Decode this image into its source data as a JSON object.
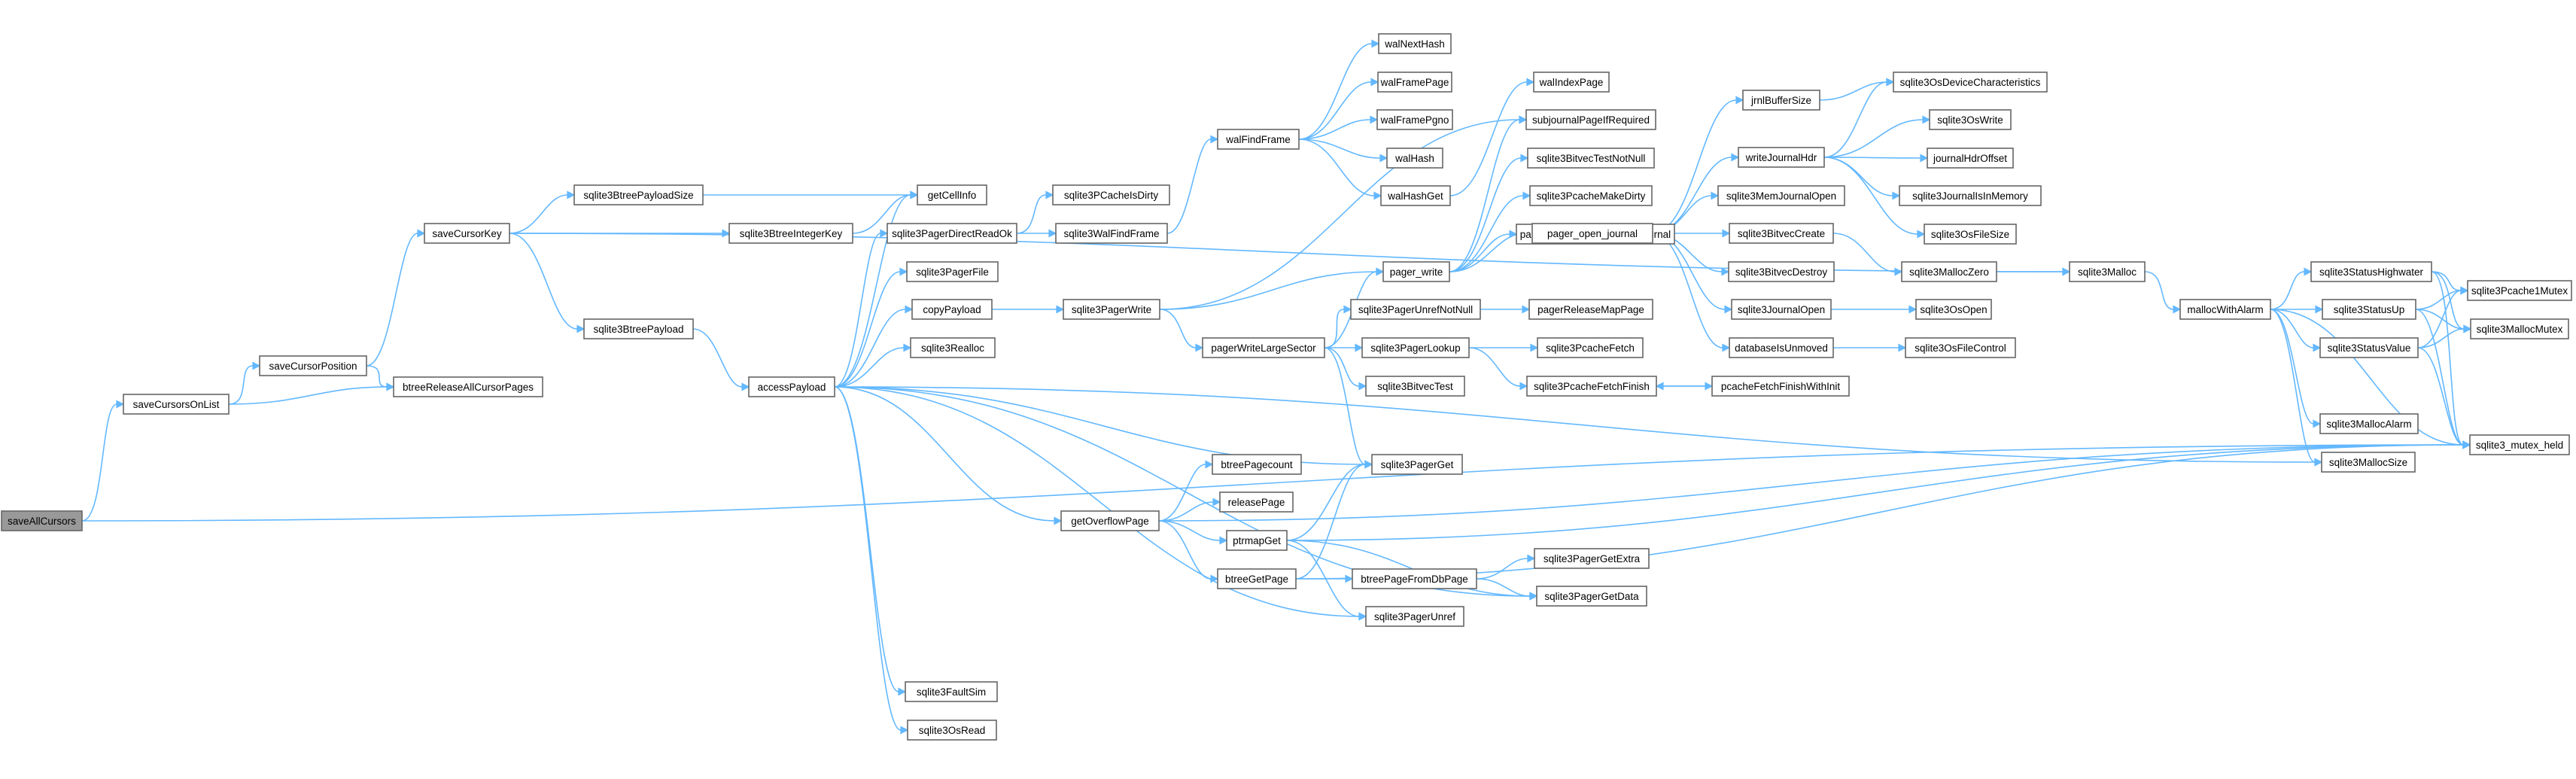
{
  "graph": {
    "root": "saveAllCursors",
    "colors": {
      "edge": "#63b8ff",
      "root_fill": "#999999",
      "node_fill": "#ffffff",
      "node_border": "#666666"
    },
    "nodes": [
      {
        "id": "saveAllCursors",
        "label": "saveAllCursors"
      },
      {
        "id": "saveCursorsOnList",
        "label": "saveCursorsOnList"
      },
      {
        "id": "saveCursorPosition",
        "label": "saveCursorPosition"
      },
      {
        "id": "btreeReleaseAllCursorPages",
        "label": "btreeReleaseAllCursorPages"
      },
      {
        "id": "saveCursorKey",
        "label": "saveCursorKey"
      },
      {
        "id": "sqlite3BtreePayloadSize",
        "label": "sqlite3BtreePayloadSize"
      },
      {
        "id": "sqlite3BtreeIntegerKey",
        "label": "sqlite3BtreeIntegerKey"
      },
      {
        "id": "sqlite3BtreePayload",
        "label": "sqlite3BtreePayload"
      },
      {
        "id": "getCellInfo",
        "label": "getCellInfo"
      },
      {
        "id": "accessPayload",
        "label": "accessPayload"
      },
      {
        "id": "sqlite3PagerDirectReadOk",
        "label": "sqlite3PagerDirectReadOk"
      },
      {
        "id": "sqlite3PagerFile",
        "label": "sqlite3PagerFile"
      },
      {
        "id": "copyPayload",
        "label": "copyPayload"
      },
      {
        "id": "sqlite3Realloc",
        "label": "sqlite3Realloc"
      },
      {
        "id": "getOverflowPage",
        "label": "getOverflowPage"
      },
      {
        "id": "sqlite3FaultSim",
        "label": "sqlite3FaultSim"
      },
      {
        "id": "sqlite3OsRead",
        "label": "sqlite3OsRead"
      },
      {
        "id": "sqlite3PCacheIsDirty",
        "label": "sqlite3PCacheIsDirty"
      },
      {
        "id": "sqlite3WalFindFrame",
        "label": "sqlite3WalFindFrame"
      },
      {
        "id": "sqlite3PagerWrite",
        "label": "sqlite3PagerWrite"
      },
      {
        "id": "pagerWriteLargeSector",
        "label": "pagerWriteLargeSector"
      },
      {
        "id": "btreePagecount",
        "label": "btreePagecount"
      },
      {
        "id": "releasePage",
        "label": "releasePage"
      },
      {
        "id": "ptrmapGet",
        "label": "ptrmapGet"
      },
      {
        "id": "btreeGetPage",
        "label": "btreeGetPage"
      },
      {
        "id": "walFindFrame",
        "label": "walFindFrame"
      },
      {
        "id": "pager_write",
        "label": "pager_write"
      },
      {
        "id": "sqlite3PagerUnrefNotNull",
        "label": "sqlite3PagerUnrefNotNull"
      },
      {
        "id": "sqlite3PagerLookup",
        "label": "sqlite3PagerLookup"
      },
      {
        "id": "sqlite3BitvecTest",
        "label": "sqlite3BitvecTest"
      },
      {
        "id": "sqlite3PagerGet",
        "label": "sqlite3PagerGet"
      },
      {
        "id": "btreePageFromDbPage",
        "label": "btreePageFromDbPage"
      },
      {
        "id": "sqlite3PagerUnref",
        "label": "sqlite3PagerUnref"
      },
      {
        "id": "walNextHash",
        "label": "walNextHash"
      },
      {
        "id": "walFramePage",
        "label": "walFramePage"
      },
      {
        "id": "walFramePgno",
        "label": "walFramePgno"
      },
      {
        "id": "walHash",
        "label": "walHash"
      },
      {
        "id": "walHashGet",
        "label": "walHashGet"
      },
      {
        "id": "walIndexPage",
        "label": "walIndexPage"
      },
      {
        "id": "subjournalPageIfRequired",
        "label": "subjournalPageIfRequired"
      },
      {
        "id": "sqlite3BitvecTestNotNull",
        "label": "sqlite3BitvecTestNotNull"
      },
      {
        "id": "sqlite3PcacheMakeDirty",
        "label": "sqlite3PcacheMakeDirty"
      },
      {
        "id": "pagerAddPageToRollbackJournal",
        "label": "pagerAddPageToRollbackJournal"
      },
      {
        "id": "pagerReleaseMapPage",
        "label": "pagerReleaseMapPage"
      },
      {
        "id": "sqlite3PcacheFetch",
        "label": "sqlite3PcacheFetch"
      },
      {
        "id": "sqlite3PcacheFetchFinish",
        "label": "sqlite3PcacheFetchFinish"
      },
      {
        "id": "sqlite3PagerGetExtra",
        "label": "sqlite3PagerGetExtra"
      },
      {
        "id": "sqlite3PagerGetData",
        "label": "sqlite3PagerGetData"
      },
      {
        "id": "pager_open_journal",
        "label": "pager_open_journal"
      },
      {
        "id": "jrnlBufferSize",
        "label": "jrnlBufferSize"
      },
      {
        "id": "writeJournalHdr",
        "label": "writeJournalHdr"
      },
      {
        "id": "sqlite3MemJournalOpen",
        "label": "sqlite3MemJournalOpen"
      },
      {
        "id": "sqlite3BitvecCreate",
        "label": "sqlite3BitvecCreate"
      },
      {
        "id": "sqlite3BitvecDestroy",
        "label": "sqlite3BitvecDestroy"
      },
      {
        "id": "sqlite3JournalOpen",
        "label": "sqlite3JournalOpen"
      },
      {
        "id": "databaseIsUnmoved",
        "label": "databaseIsUnmoved"
      },
      {
        "id": "pcacheFetchFinishWithInit",
        "label": "pcacheFetchFinishWithInit"
      },
      {
        "id": "sqlite3OsDeviceCharacteristics",
        "label": "sqlite3OsDeviceCharacteristics"
      },
      {
        "id": "sqlite3OsWrite",
        "label": "sqlite3OsWrite"
      },
      {
        "id": "journalHdrOffset",
        "label": "journalHdrOffset"
      },
      {
        "id": "sqlite3JournalIsInMemory",
        "label": "sqlite3JournalIsInMemory"
      },
      {
        "id": "sqlite3OsFileSize",
        "label": "sqlite3OsFileSize"
      },
      {
        "id": "sqlite3MallocZero",
        "label": "sqlite3MallocZero"
      },
      {
        "id": "sqlite3OsOpen",
        "label": "sqlite3OsOpen"
      },
      {
        "id": "sqlite3OsFileControl",
        "label": "sqlite3OsFileControl"
      },
      {
        "id": "sqlite3Malloc",
        "label": "sqlite3Malloc"
      },
      {
        "id": "mallocWithAlarm",
        "label": "mallocWithAlarm"
      },
      {
        "id": "sqlite3StatusHighwater",
        "label": "sqlite3StatusHighwater"
      },
      {
        "id": "sqlite3StatusUp",
        "label": "sqlite3StatusUp"
      },
      {
        "id": "sqlite3StatusValue",
        "label": "sqlite3StatusValue"
      },
      {
        "id": "sqlite3MallocAlarm",
        "label": "sqlite3MallocAlarm"
      },
      {
        "id": "sqlite3MallocSize",
        "label": "sqlite3MallocSize"
      },
      {
        "id": "sqlite3Pcache1Mutex",
        "label": "sqlite3Pcache1Mutex"
      },
      {
        "id": "sqlite3MallocMutex",
        "label": "sqlite3MallocMutex"
      },
      {
        "id": "sqlite3_mutex_held",
        "label": "sqlite3_mutex_held"
      }
    ],
    "edges": [
      [
        "saveAllCursors",
        "saveCursorsOnList"
      ],
      [
        "saveAllCursors",
        "sqlite3_mutex_held"
      ],
      [
        "saveCursorsOnList",
        "saveCursorPosition"
      ],
      [
        "saveCursorsOnList",
        "btreeReleaseAllCursorPages"
      ],
      [
        "saveCursorPosition",
        "saveCursorKey"
      ],
      [
        "saveCursorPosition",
        "btreeReleaseAllCursorPages"
      ],
      [
        "saveCursorKey",
        "sqlite3BtreePayloadSize"
      ],
      [
        "saveCursorKey",
        "sqlite3BtreeIntegerKey"
      ],
      [
        "saveCursorKey",
        "sqlite3BtreePayload"
      ],
      [
        "saveCursorKey",
        "sqlite3Malloc"
      ],
      [
        "sqlite3BtreePayloadSize",
        "getCellInfo"
      ],
      [
        "sqlite3BtreeIntegerKey",
        "getCellInfo"
      ],
      [
        "sqlite3BtreePayload",
        "accessPayload"
      ],
      [
        "accessPayload",
        "getCellInfo"
      ],
      [
        "accessPayload",
        "sqlite3PagerDirectReadOk"
      ],
      [
        "accessPayload",
        "sqlite3PagerFile"
      ],
      [
        "accessPayload",
        "copyPayload"
      ],
      [
        "accessPayload",
        "sqlite3Realloc"
      ],
      [
        "accessPayload",
        "getOverflowPage"
      ],
      [
        "accessPayload",
        "sqlite3FaultSim"
      ],
      [
        "accessPayload",
        "sqlite3OsRead"
      ],
      [
        "accessPayload",
        "sqlite3PagerGet"
      ],
      [
        "accessPayload",
        "sqlite3PagerUnref"
      ],
      [
        "accessPayload",
        "sqlite3PagerGetData"
      ],
      [
        "accessPayload",
        "sqlite3MallocSize"
      ],
      [
        "sqlite3PagerDirectReadOk",
        "sqlite3PCacheIsDirty"
      ],
      [
        "sqlite3PagerDirectReadOk",
        "sqlite3WalFindFrame"
      ],
      [
        "sqlite3WalFindFrame",
        "walFindFrame"
      ],
      [
        "walFindFrame",
        "walNextHash"
      ],
      [
        "walFindFrame",
        "walFramePage"
      ],
      [
        "walFindFrame",
        "walFramePgno"
      ],
      [
        "walFindFrame",
        "walHash"
      ],
      [
        "walFindFrame",
        "walHashGet"
      ],
      [
        "walHashGet",
        "walIndexPage"
      ],
      [
        "copyPayload",
        "sqlite3PagerWrite"
      ],
      [
        "sqlite3PagerWrite",
        "pager_write"
      ],
      [
        "sqlite3PagerWrite",
        "pagerWriteLargeSector"
      ],
      [
        "sqlite3PagerWrite",
        "subjournalPageIfRequired"
      ],
      [
        "pagerWriteLargeSector",
        "pager_write"
      ],
      [
        "pagerWriteLargeSector",
        "sqlite3PagerUnrefNotNull"
      ],
      [
        "pagerWriteLargeSector",
        "sqlite3PagerLookup"
      ],
      [
        "pagerWriteLargeSector",
        "sqlite3BitvecTest"
      ],
      [
        "pagerWriteLargeSector",
        "sqlite3PagerGet"
      ],
      [
        "pager_write",
        "sqlite3BitvecTestNotNull"
      ],
      [
        "pager_write",
        "sqlite3PcacheMakeDirty"
      ],
      [
        "pager_write",
        "pagerAddPageToRollbackJournal"
      ],
      [
        "pager_write",
        "pager_open_journal"
      ],
      [
        "pager_write",
        "subjournalPageIfRequired"
      ],
      [
        "sqlite3PagerUnrefNotNull",
        "pagerReleaseMapPage"
      ],
      [
        "sqlite3PagerLookup",
        "sqlite3PcacheFetch"
      ],
      [
        "sqlite3PagerLookup",
        "sqlite3PcacheFetchFinish"
      ],
      [
        "sqlite3PcacheFetchFinish",
        "pcacheFetchFinishWithInit"
      ],
      [
        "pcacheFetchFinishWithInit",
        "sqlite3PcacheFetchFinish"
      ],
      [
        "getOverflowPage",
        "btreePagecount"
      ],
      [
        "getOverflowPage",
        "releasePage"
      ],
      [
        "getOverflowPage",
        "ptrmapGet"
      ],
      [
        "getOverflowPage",
        "btreeGetPage"
      ],
      [
        "getOverflowPage",
        "sqlite3_mutex_held"
      ],
      [
        "ptrmapGet",
        "sqlite3PagerGet"
      ],
      [
        "ptrmapGet",
        "sqlite3PagerGetData"
      ],
      [
        "ptrmapGet",
        "sqlite3PagerUnref"
      ],
      [
        "ptrmapGet",
        "sqlite3_mutex_held"
      ],
      [
        "btreeGetPage",
        "sqlite3PagerGet"
      ],
      [
        "btreeGetPage",
        "btreePageFromDbPage"
      ],
      [
        "btreeGetPage",
        "sqlite3_mutex_held"
      ],
      [
        "btreePageFromDbPage",
        "sqlite3PagerGetExtra"
      ],
      [
        "btreePageFromDbPage",
        "sqlite3PagerGetData"
      ],
      [
        "pager_open_journal",
        "jrnlBufferSize"
      ],
      [
        "pager_open_journal",
        "writeJournalHdr"
      ],
      [
        "pager_open_journal",
        "sqlite3MemJournalOpen"
      ],
      [
        "pager_open_journal",
        "sqlite3BitvecCreate"
      ],
      [
        "pager_open_journal",
        "sqlite3BitvecDestroy"
      ],
      [
        "pager_open_journal",
        "sqlite3JournalOpen"
      ],
      [
        "pager_open_journal",
        "databaseIsUnmoved"
      ],
      [
        "jrnlBufferSize",
        "sqlite3OsDeviceCharacteristics"
      ],
      [
        "writeJournalHdr",
        "sqlite3OsDeviceCharacteristics"
      ],
      [
        "writeJournalHdr",
        "sqlite3OsWrite"
      ],
      [
        "writeJournalHdr",
        "journalHdrOffset"
      ],
      [
        "writeJournalHdr",
        "sqlite3JournalIsInMemory"
      ],
      [
        "writeJournalHdr",
        "sqlite3OsFileSize"
      ],
      [
        "sqlite3BitvecCreate",
        "sqlite3MallocZero"
      ],
      [
        "sqlite3JournalOpen",
        "sqlite3OsOpen"
      ],
      [
        "databaseIsUnmoved",
        "sqlite3OsFileControl"
      ],
      [
        "sqlite3MallocZero",
        "sqlite3Malloc"
      ],
      [
        "sqlite3Malloc",
        "mallocWithAlarm"
      ],
      [
        "mallocWithAlarm",
        "sqlite3StatusHighwater"
      ],
      [
        "mallocWithAlarm",
        "sqlite3StatusUp"
      ],
      [
        "mallocWithAlarm",
        "sqlite3StatusValue"
      ],
      [
        "mallocWithAlarm",
        "sqlite3MallocAlarm"
      ],
      [
        "mallocWithAlarm",
        "sqlite3MallocSize"
      ],
      [
        "mallocWithAlarm",
        "sqlite3_mutex_held"
      ],
      [
        "sqlite3StatusHighwater",
        "sqlite3Pcache1Mutex"
      ],
      [
        "sqlite3StatusHighwater",
        "sqlite3MallocMutex"
      ],
      [
        "sqlite3StatusHighwater",
        "sqlite3_mutex_held"
      ],
      [
        "sqlite3StatusUp",
        "sqlite3Pcache1Mutex"
      ],
      [
        "sqlite3StatusUp",
        "sqlite3MallocMutex"
      ],
      [
        "sqlite3StatusUp",
        "sqlite3_mutex_held"
      ],
      [
        "sqlite3StatusValue",
        "sqlite3Pcache1Mutex"
      ],
      [
        "sqlite3StatusValue",
        "sqlite3MallocMutex"
      ],
      [
        "sqlite3StatusValue",
        "sqlite3_mutex_held"
      ]
    ]
  }
}
